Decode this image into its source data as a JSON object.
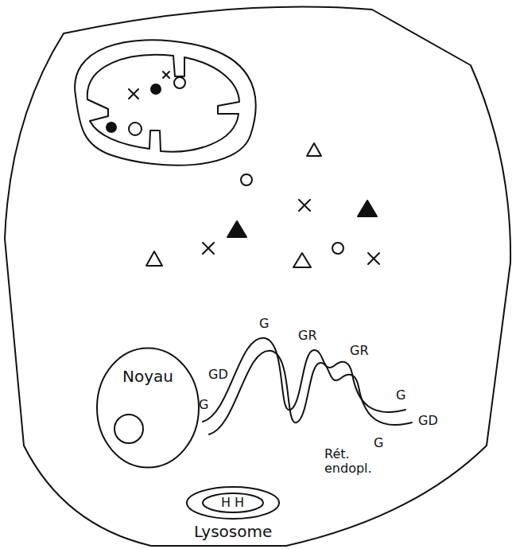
{
  "diagram": {
    "nodes": [
      {
        "text": [
          "Noyau"
        ]
      },
      {
        "text": [
          "H H",
          "Lysosome"
        ]
      }
    ],
    "labels": [
      "G",
      "GR",
      "GR",
      "GD",
      "G",
      "G",
      "GD",
      "G",
      "Rét. endopl."
    ]
  }
}
